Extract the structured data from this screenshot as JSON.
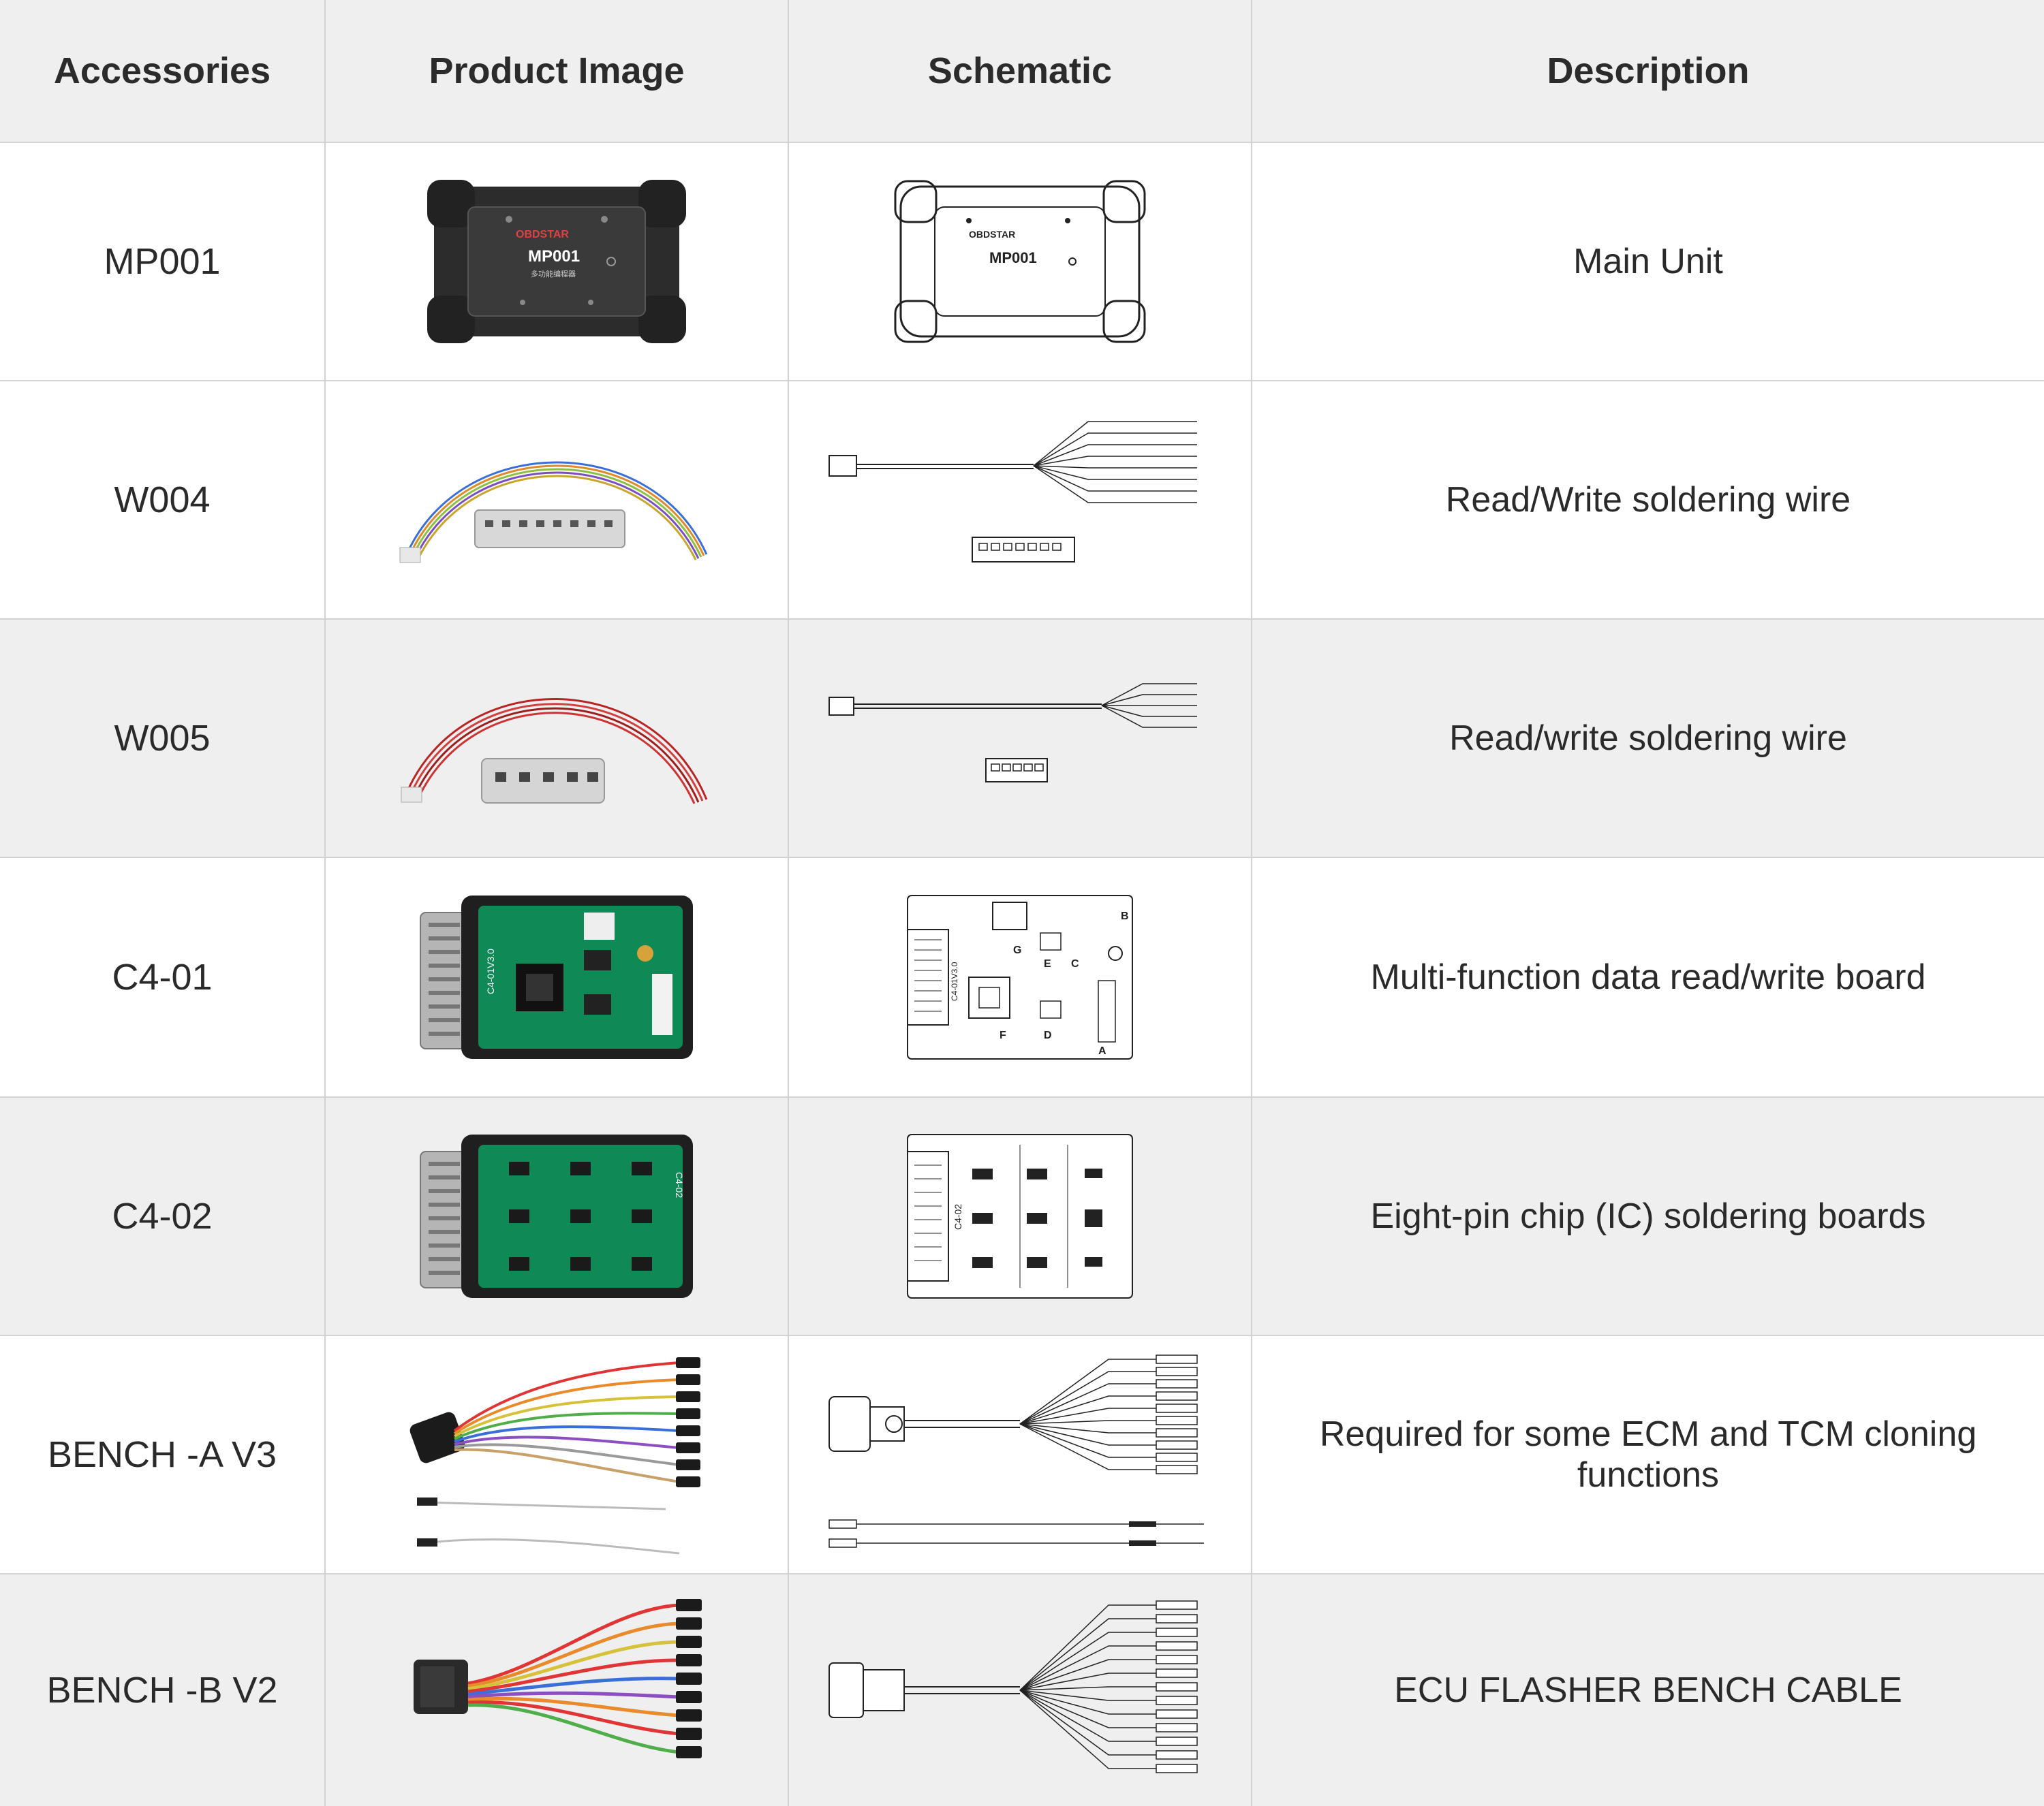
{
  "headers": {
    "accessories": "Accessories",
    "product_image": "Product Image",
    "schematic": "Schematic",
    "description": "Description"
  },
  "rows": [
    {
      "name": "MP001",
      "description": "Main Unit",
      "device_brand": "OBDSTAR",
      "device_model": "MP001",
      "device_subtitle": "多功能编程器"
    },
    {
      "name": "W004",
      "description": "Read/Write soldering wire"
    },
    {
      "name": "W005",
      "description": "Read/write soldering wire"
    },
    {
      "name": "C4-01",
      "description": "Multi-function data read/write board",
      "board_label": "C4-01V3.0"
    },
    {
      "name": "C4-02",
      "description": "Eight-pin chip (IC) soldering boards",
      "board_label": "C4-02"
    },
    {
      "name": "BENCH -A V3",
      "description": "Required for some ECM and TCM cloning functions"
    },
    {
      "name": "BENCH -B V2",
      "description": "ECU FLASHER BENCH CABLE"
    }
  ],
  "colors": {
    "header_bg": "#efefef",
    "stripe_bg": "#efefef",
    "border": "#d2d2d2",
    "pcb_green": "#0f8a57",
    "device_black": "#2c2c2c"
  }
}
